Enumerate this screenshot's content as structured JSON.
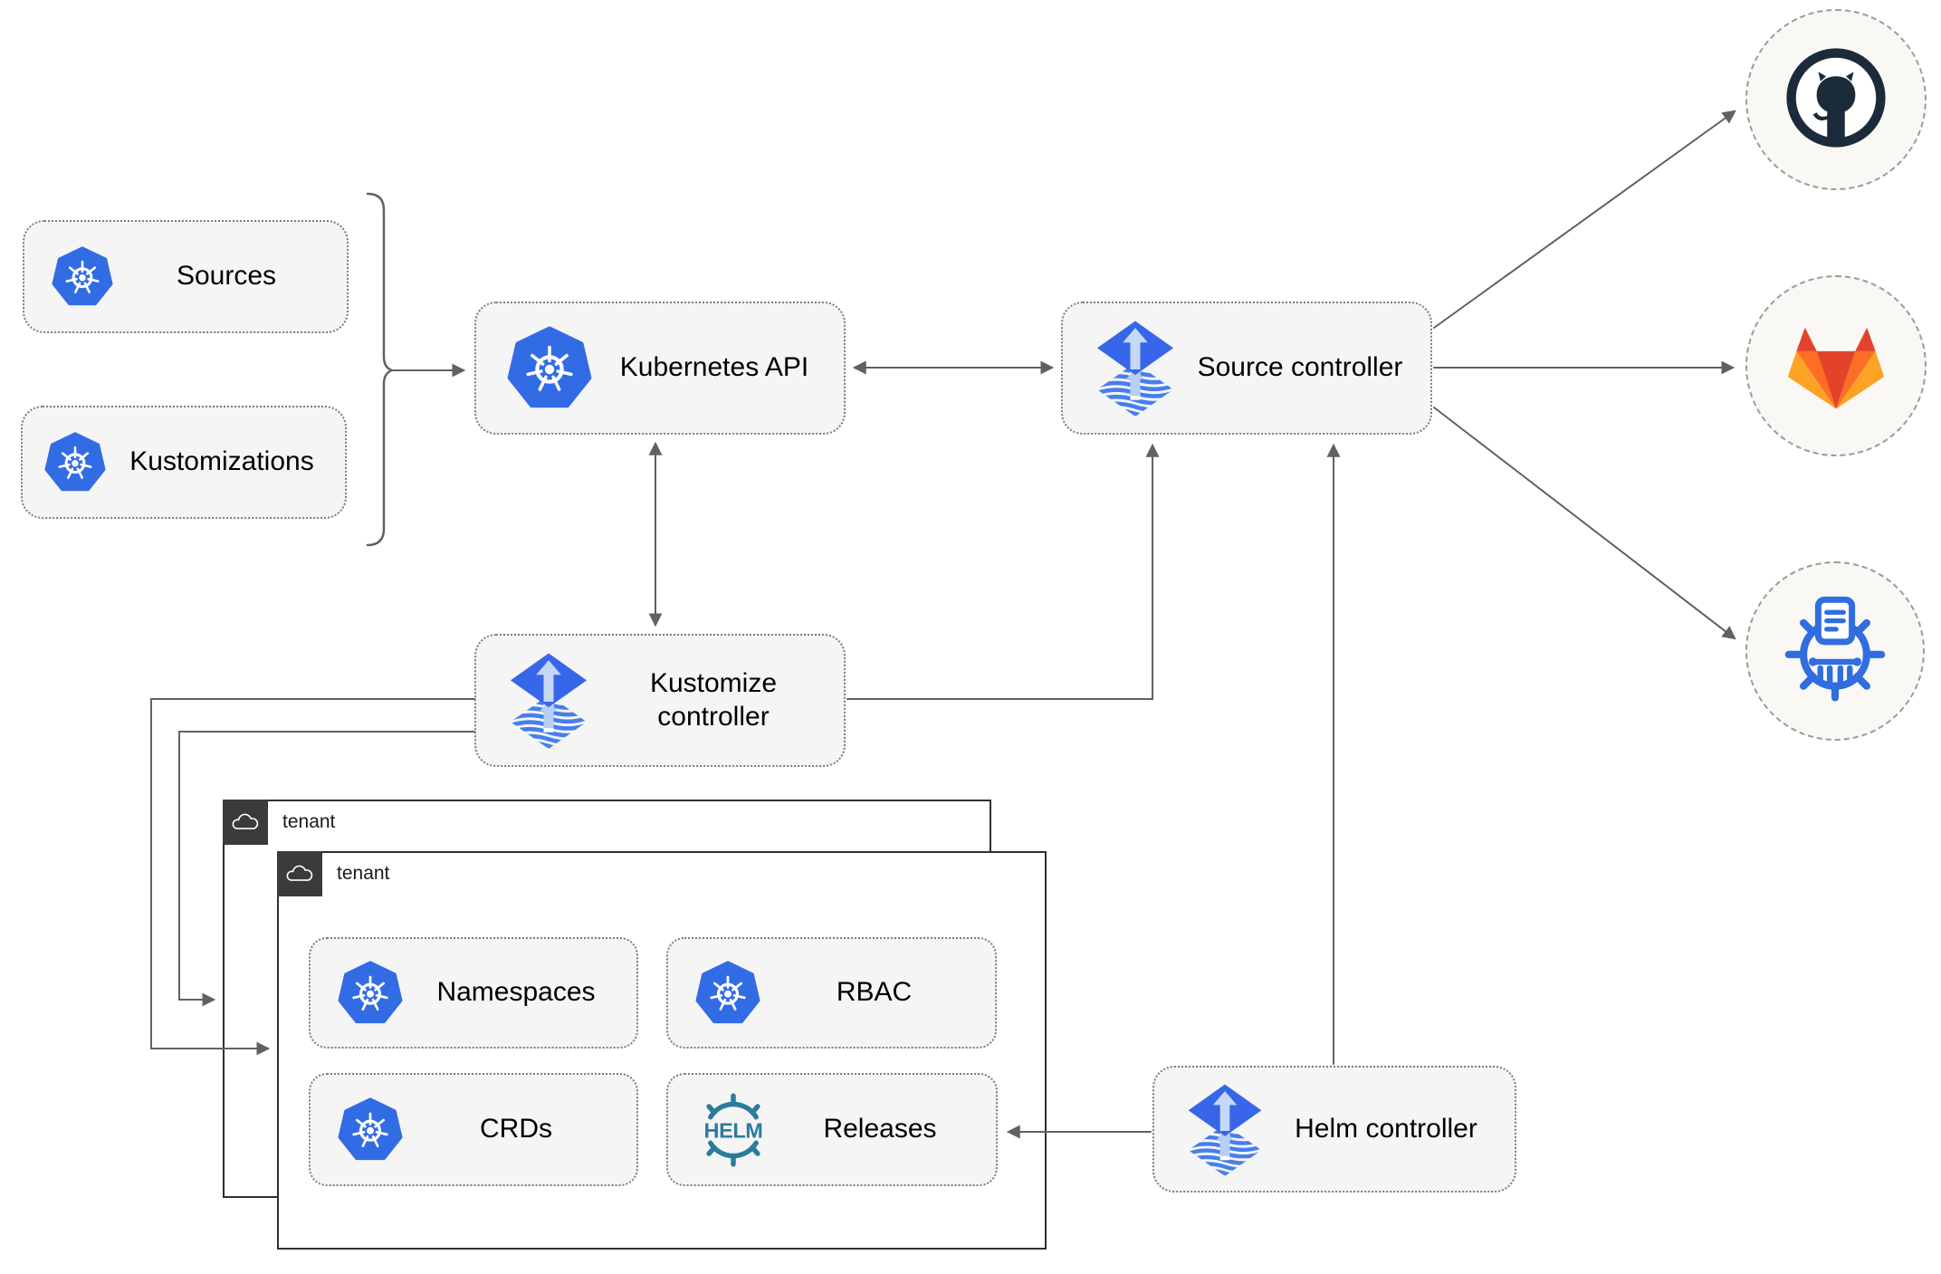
{
  "diagram": {
    "nodes": {
      "sources": {
        "label": "Sources",
        "icon": "kubernetes-icon"
      },
      "kustomizations": {
        "label": "Kustomizations",
        "icon": "kubernetes-icon"
      },
      "kubernetes_api": {
        "label": "Kubernetes API",
        "icon": "kubernetes-icon"
      },
      "source_controller": {
        "label": "Source controller",
        "icon": "flux-icon"
      },
      "kustomize_controller": {
        "label": "Kustomize controller",
        "icon": "flux-icon"
      },
      "helm_controller": {
        "label": "Helm controller",
        "icon": "flux-icon"
      },
      "tenant_back": {
        "label": "tenant",
        "icon": "cloud-icon"
      },
      "tenant_front": {
        "label": "tenant",
        "icon": "cloud-icon"
      },
      "namespaces": {
        "label": "Namespaces",
        "icon": "kubernetes-icon"
      },
      "rbac": {
        "label": "RBAC",
        "icon": "kubernetes-icon"
      },
      "crds": {
        "label": "CRDs",
        "icon": "kubernetes-icon"
      },
      "releases": {
        "label": "Releases",
        "icon": "helm-icon"
      }
    },
    "helm_icon_text": "HELM",
    "external_targets": [
      {
        "name": "github",
        "icon": "github-icon"
      },
      {
        "name": "gitlab",
        "icon": "gitlab-icon"
      },
      {
        "name": "chartmuseum",
        "icon": "chartmuseum-icon"
      }
    ],
    "colors": {
      "kubernetes_blue": "#326ce5",
      "flux_blue": "#3767e8",
      "flux_arrow_light": "#c6d8f7",
      "helm_teal": "#2b7b9c",
      "github_dark": "#1b2b3a",
      "gitlab_red_orange": "#e24329",
      "gitlab_orange": "#fc6d26",
      "gitlab_light_orange": "#fca326",
      "chartmuseum_blue": "#2f6de0",
      "node_fill": "#f5f5f5",
      "node_border": "#7d7d7d",
      "connector_gray": "#616161",
      "tenant_border": "#2f2f2f",
      "tenant_tab": "#3b3b3b"
    }
  }
}
